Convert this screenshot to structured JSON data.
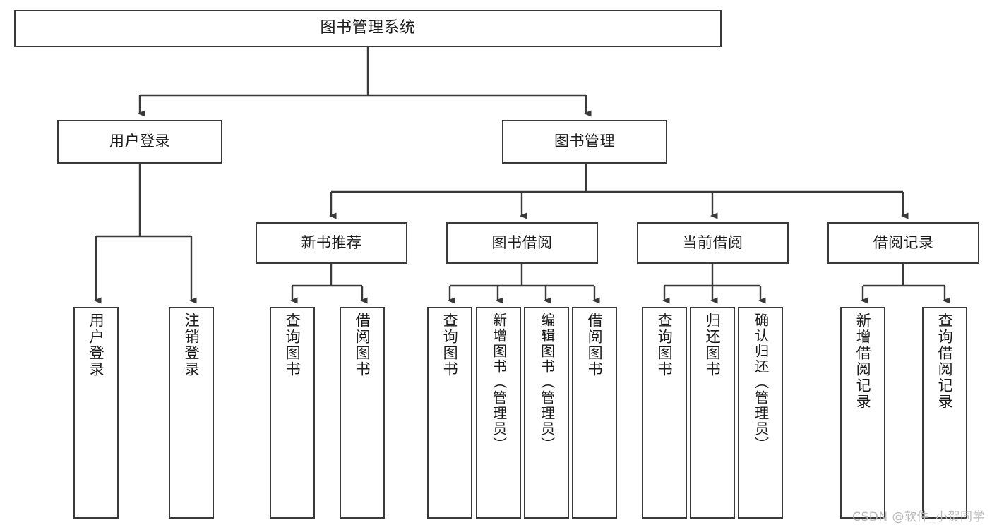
{
  "diagram": {
    "title": "图书管理系统",
    "type": "hierarchy-tree",
    "watermark": "CSDN @软件_小贺同学",
    "colors": {
      "box_border": "#3a3a3a",
      "box_fill": "#ffffff",
      "connector": "#3a3a3a",
      "text": "#1a1a1a",
      "watermark": "#b9b9b9"
    },
    "levels": {
      "root": {
        "label": "图书管理系统"
      },
      "level2": [
        {
          "label": "用户登录"
        },
        {
          "label": "图书管理"
        }
      ],
      "level3": [
        {
          "label": "新书推荐"
        },
        {
          "label": "图书借阅"
        },
        {
          "label": "当前借阅"
        },
        {
          "label": "借阅记录"
        }
      ],
      "leaves": {
        "user_login": [
          {
            "label": "用户登录"
          },
          {
            "label": "注销登录"
          }
        ],
        "new_book_recommend": [
          {
            "label": "查询图书"
          },
          {
            "label": "借阅图书"
          }
        ],
        "book_borrow": [
          {
            "label": "查询图书"
          },
          {
            "label": "新增图书（管理员）"
          },
          {
            "label": "编辑图书（管理员）"
          },
          {
            "label": "借阅图书"
          }
        ],
        "current_borrow": [
          {
            "label": "查询图书"
          },
          {
            "label": "归还图书"
          },
          {
            "label": "确认归还（管理员）"
          }
        ],
        "borrow_record": [
          {
            "label": "新增借阅记录"
          },
          {
            "label": "查询借阅记录"
          }
        ]
      }
    }
  }
}
